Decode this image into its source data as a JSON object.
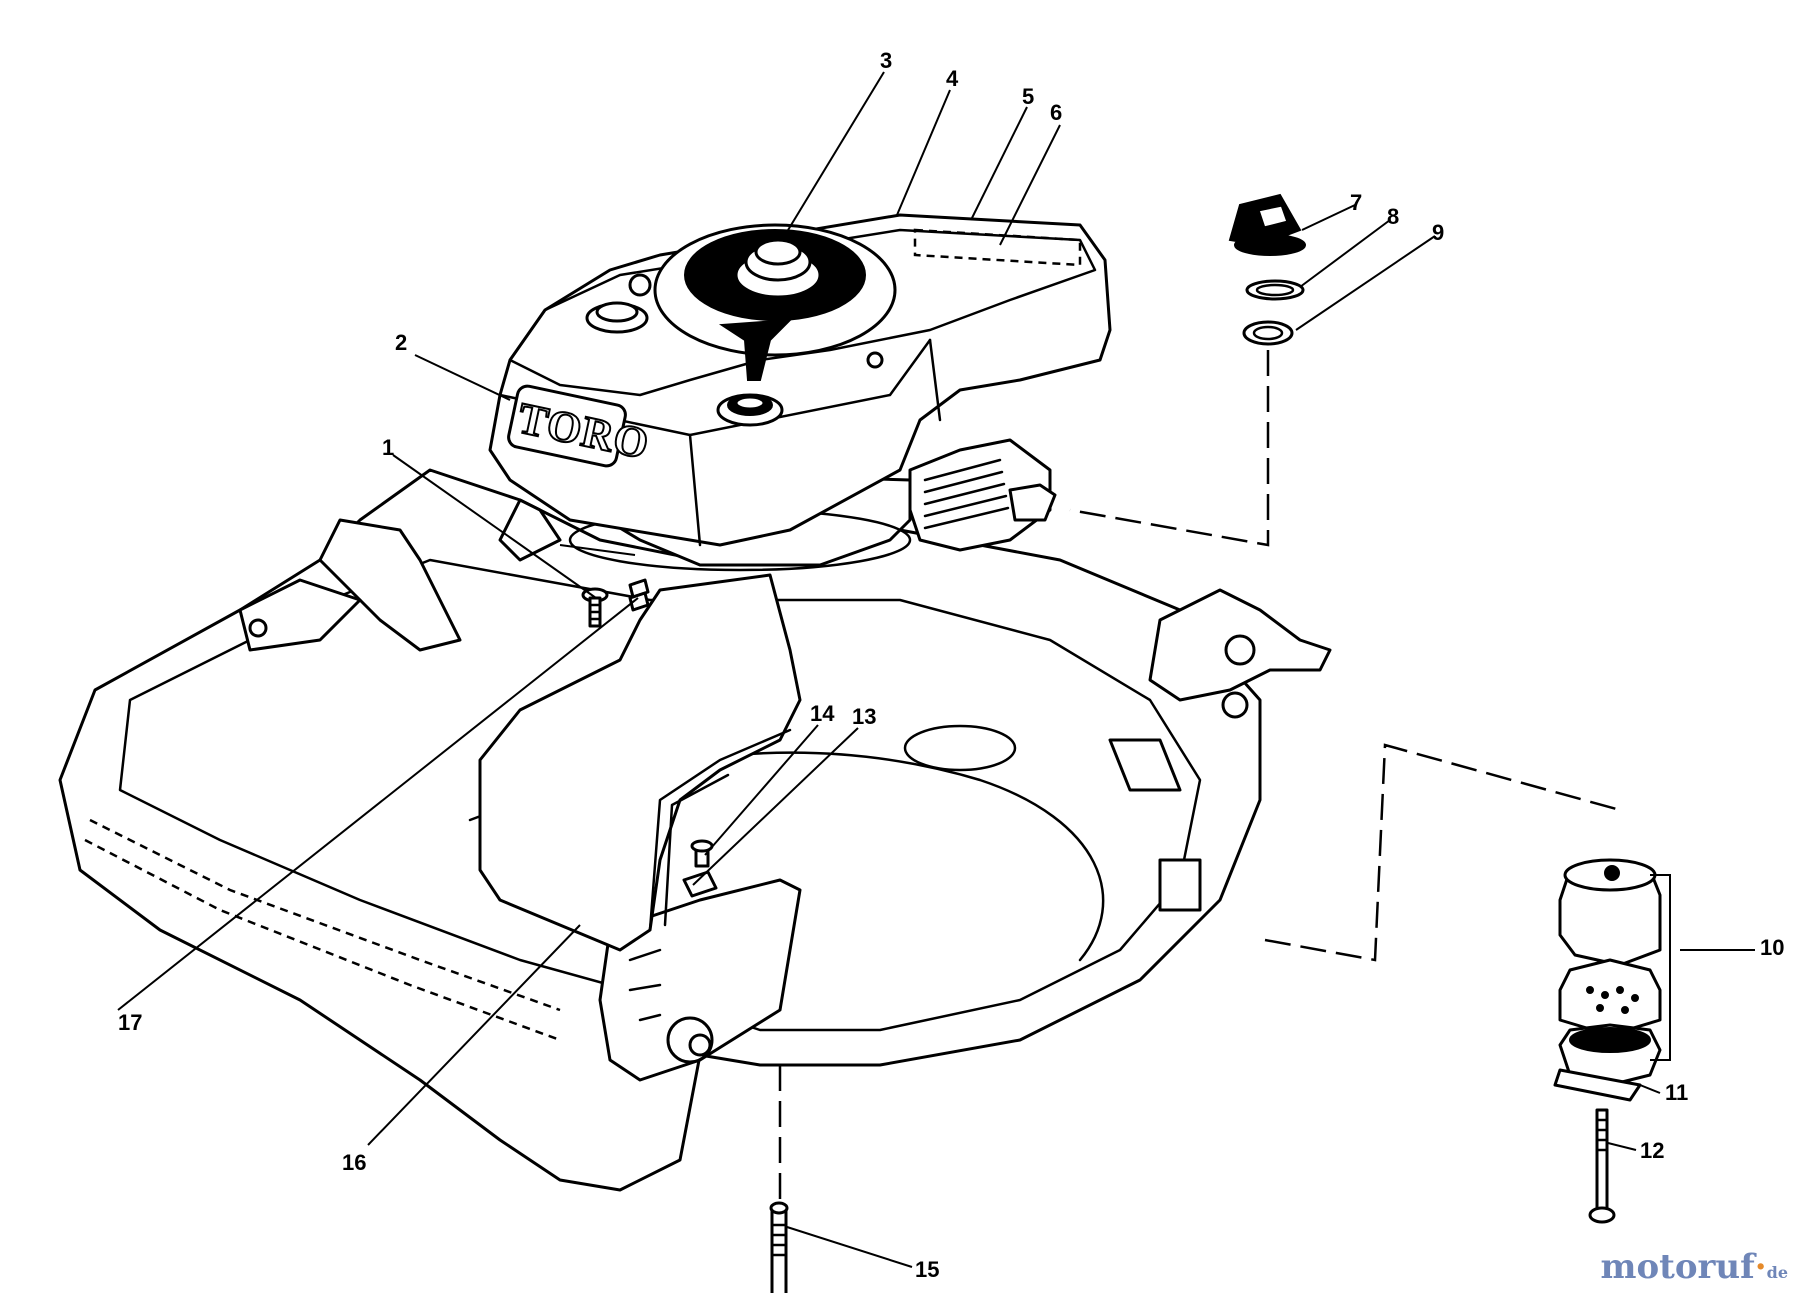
{
  "diagram": {
    "brand_label": "TORO",
    "callouts": [
      {
        "id": "1",
        "label": "1"
      },
      {
        "id": "2",
        "label": "2"
      },
      {
        "id": "3",
        "label": "3"
      },
      {
        "id": "4",
        "label": "4"
      },
      {
        "id": "5",
        "label": "5"
      },
      {
        "id": "6",
        "label": "6"
      },
      {
        "id": "7",
        "label": "7"
      },
      {
        "id": "8",
        "label": "8"
      },
      {
        "id": "9",
        "label": "9"
      },
      {
        "id": "10",
        "label": "10"
      },
      {
        "id": "11",
        "label": "11"
      },
      {
        "id": "12",
        "label": "12"
      },
      {
        "id": "13",
        "label": "13"
      },
      {
        "id": "14",
        "label": "14"
      },
      {
        "id": "15",
        "label": "15"
      },
      {
        "id": "16",
        "label": "16"
      },
      {
        "id": "17",
        "label": "17"
      }
    ]
  },
  "watermark": {
    "main": "motoruf",
    "dot": "·",
    "tld": "de"
  }
}
